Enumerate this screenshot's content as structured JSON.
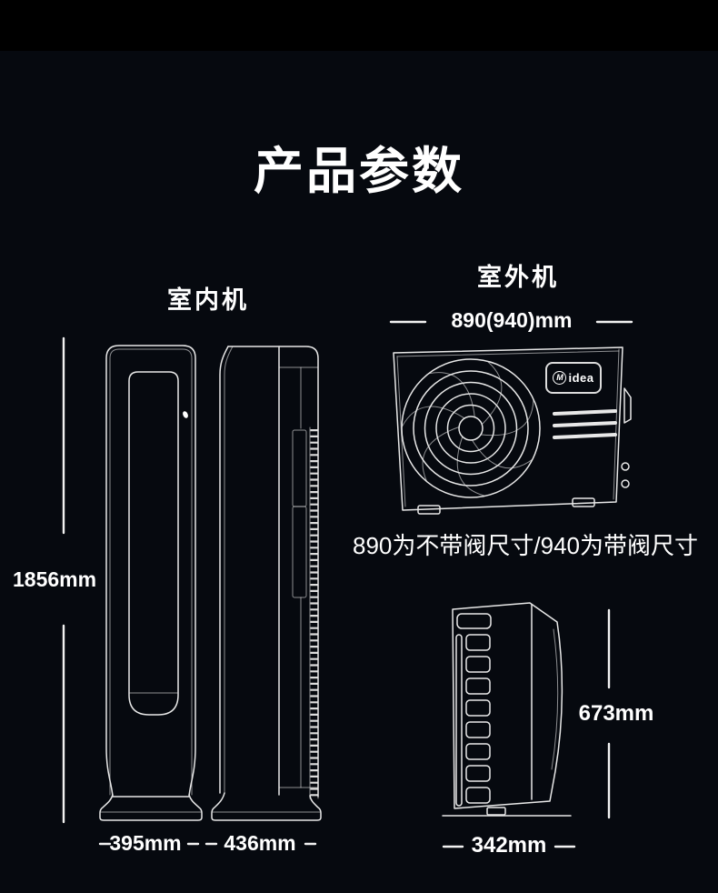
{
  "page": {
    "title": "产品参数",
    "colors": {
      "background": "#06090f",
      "top_band": "#000000",
      "line": "#e8e8e8",
      "text": "#ffffff"
    }
  },
  "indoor_unit": {
    "label": "室内机",
    "height": "1856mm",
    "front_view_width": "395mm",
    "side_view_depth": "436mm"
  },
  "outdoor_unit": {
    "label": "室外机",
    "top_width": "890(940)mm",
    "width_note": "890为不带阀尺寸/940为带阀尺寸",
    "side_height": "673mm",
    "side_depth": "342mm",
    "brand": {
      "text": "Midea",
      "m": "M",
      "rest": "idea"
    }
  }
}
